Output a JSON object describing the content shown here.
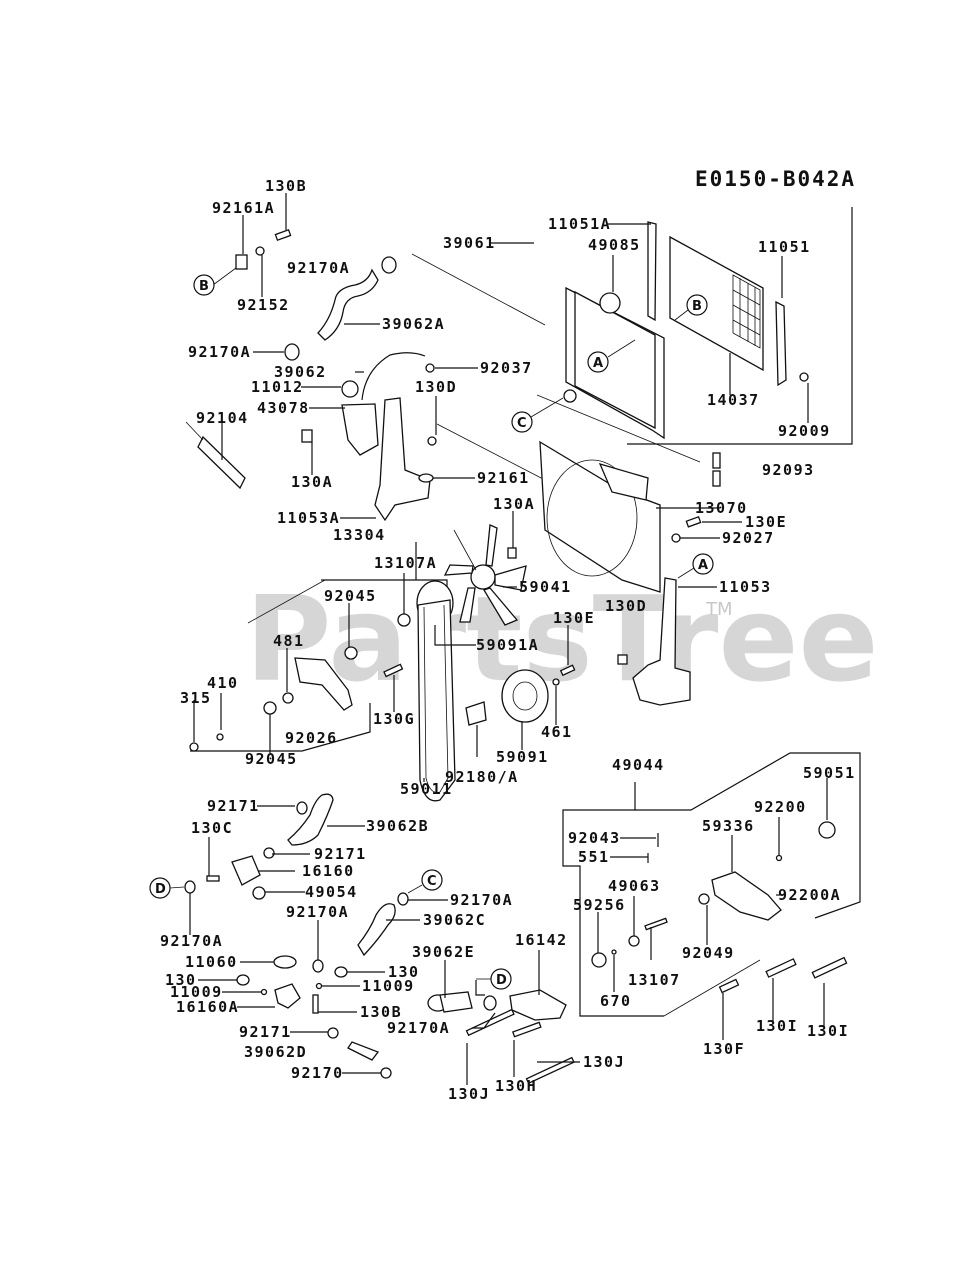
{
  "diagram": {
    "code": "E0150-B042A",
    "watermark": "PartsTree",
    "watermark_tm": "TM",
    "labels": [
      {
        "id": "l01",
        "text": "130B"
      },
      {
        "id": "l02",
        "text": "92161A"
      },
      {
        "id": "l03",
        "text": "92170A"
      },
      {
        "id": "l04",
        "text": "92152"
      },
      {
        "id": "l05",
        "text": "39062A"
      },
      {
        "id": "l06",
        "text": "39061"
      },
      {
        "id": "l07",
        "text": "11051A"
      },
      {
        "id": "l08",
        "text": "49085"
      },
      {
        "id": "l09",
        "text": "11051"
      },
      {
        "id": "l10",
        "text": "92170A"
      },
      {
        "id": "l11",
        "text": "39062"
      },
      {
        "id": "l12",
        "text": "92037"
      },
      {
        "id": "l13",
        "text": "11012"
      },
      {
        "id": "l14",
        "text": "130D"
      },
      {
        "id": "l15",
        "text": "43078"
      },
      {
        "id": "l16",
        "text": "14037"
      },
      {
        "id": "l17",
        "text": "92104"
      },
      {
        "id": "l18",
        "text": "92009"
      },
      {
        "id": "l19",
        "text": "130A"
      },
      {
        "id": "l20",
        "text": "92161"
      },
      {
        "id": "l21",
        "text": "92093"
      },
      {
        "id": "l22",
        "text": "130A"
      },
      {
        "id": "l23",
        "text": "13070"
      },
      {
        "id": "l24",
        "text": "11053A"
      },
      {
        "id": "l25",
        "text": "130E"
      },
      {
        "id": "l26",
        "text": "13304"
      },
      {
        "id": "l27",
        "text": "92027"
      },
      {
        "id": "l28",
        "text": "13107A"
      },
      {
        "id": "l29",
        "text": "59041"
      },
      {
        "id": "l30",
        "text": "11053"
      },
      {
        "id": "l31",
        "text": "92045"
      },
      {
        "id": "l32",
        "text": "130D"
      },
      {
        "id": "l33",
        "text": "130E"
      },
      {
        "id": "l34",
        "text": "59091A"
      },
      {
        "id": "l35",
        "text": "481"
      },
      {
        "id": "l36",
        "text": "410"
      },
      {
        "id": "l37",
        "text": "315"
      },
      {
        "id": "l38",
        "text": "130G"
      },
      {
        "id": "l39",
        "text": "461"
      },
      {
        "id": "l40",
        "text": "92026"
      },
      {
        "id": "l41",
        "text": "92045"
      },
      {
        "id": "l42",
        "text": "59091"
      },
      {
        "id": "l43",
        "text": "92180/A"
      },
      {
        "id": "l44",
        "text": "59011"
      },
      {
        "id": "l45",
        "text": "49044"
      },
      {
        "id": "l46",
        "text": "92171"
      },
      {
        "id": "l47",
        "text": "59051"
      },
      {
        "id": "l48",
        "text": "39062B"
      },
      {
        "id": "l49",
        "text": "130C"
      },
      {
        "id": "l50",
        "text": "92200"
      },
      {
        "id": "l51",
        "text": "59336"
      },
      {
        "id": "l52",
        "text": "92043"
      },
      {
        "id": "l53",
        "text": "92171"
      },
      {
        "id": "l54",
        "text": "551"
      },
      {
        "id": "l55",
        "text": "16160"
      },
      {
        "id": "l56",
        "text": "49063"
      },
      {
        "id": "l57",
        "text": "49054"
      },
      {
        "id": "l58",
        "text": "92200A"
      },
      {
        "id": "l59",
        "text": "92170A"
      },
      {
        "id": "l60",
        "text": "59256"
      },
      {
        "id": "l61",
        "text": "92170A"
      },
      {
        "id": "l62",
        "text": "39062C"
      },
      {
        "id": "l63",
        "text": "92170A"
      },
      {
        "id": "l64",
        "text": "92049"
      },
      {
        "id": "l65",
        "text": "16142"
      },
      {
        "id": "l66",
        "text": "39062E"
      },
      {
        "id": "l67",
        "text": "11060"
      },
      {
        "id": "l68",
        "text": "130"
      },
      {
        "id": "l69",
        "text": "130"
      },
      {
        "id": "l70",
        "text": "11009"
      },
      {
        "id": "l71",
        "text": "11009"
      },
      {
        "id": "l72",
        "text": "13107"
      },
      {
        "id": "l73",
        "text": "16160A"
      },
      {
        "id": "l74",
        "text": "130B"
      },
      {
        "id": "l75",
        "text": "670"
      },
      {
        "id": "l76",
        "text": "92170A"
      },
      {
        "id": "l77",
        "text": "92171"
      },
      {
        "id": "l78",
        "text": "39062D"
      },
      {
        "id": "l79",
        "text": "130F"
      },
      {
        "id": "l80",
        "text": "130I"
      },
      {
        "id": "l81",
        "text": "130I"
      },
      {
        "id": "l82",
        "text": "130J"
      },
      {
        "id": "l83",
        "text": "92170"
      },
      {
        "id": "l84",
        "text": "130J"
      },
      {
        "id": "l85",
        "text": "130H"
      }
    ],
    "callouts": {
      "A": "A",
      "B": "B",
      "C": "C",
      "D": "D"
    }
  }
}
